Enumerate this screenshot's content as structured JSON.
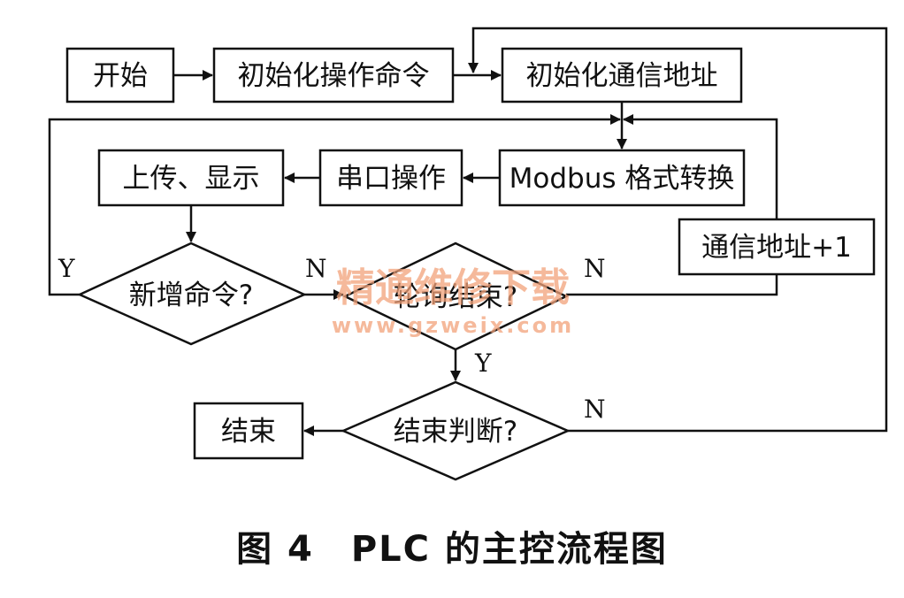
{
  "nodes": {
    "start": "开始",
    "init_cmd": "初始化操作命令",
    "init_addr": "初始化通信地址",
    "modbus": "Modbus 格式转换",
    "serial": "串口操作",
    "upload": "上传、显示",
    "addr_inc": "通信地址+1",
    "new_cmd": "新增命令?",
    "poll_end": "轮询结束?",
    "end_judge": "结束判断?",
    "end": "结束"
  },
  "edge_labels": {
    "new_cmd_yes": "Y",
    "new_cmd_no": "N",
    "poll_no": "N",
    "poll_yes": "Y",
    "end_judge_no": "N"
  },
  "watermark": {
    "text": "精通维修下载",
    "url": "www.gzweix.com",
    "color": "#f2a27a"
  },
  "caption": "图 4　PLC 的主控流程图"
}
